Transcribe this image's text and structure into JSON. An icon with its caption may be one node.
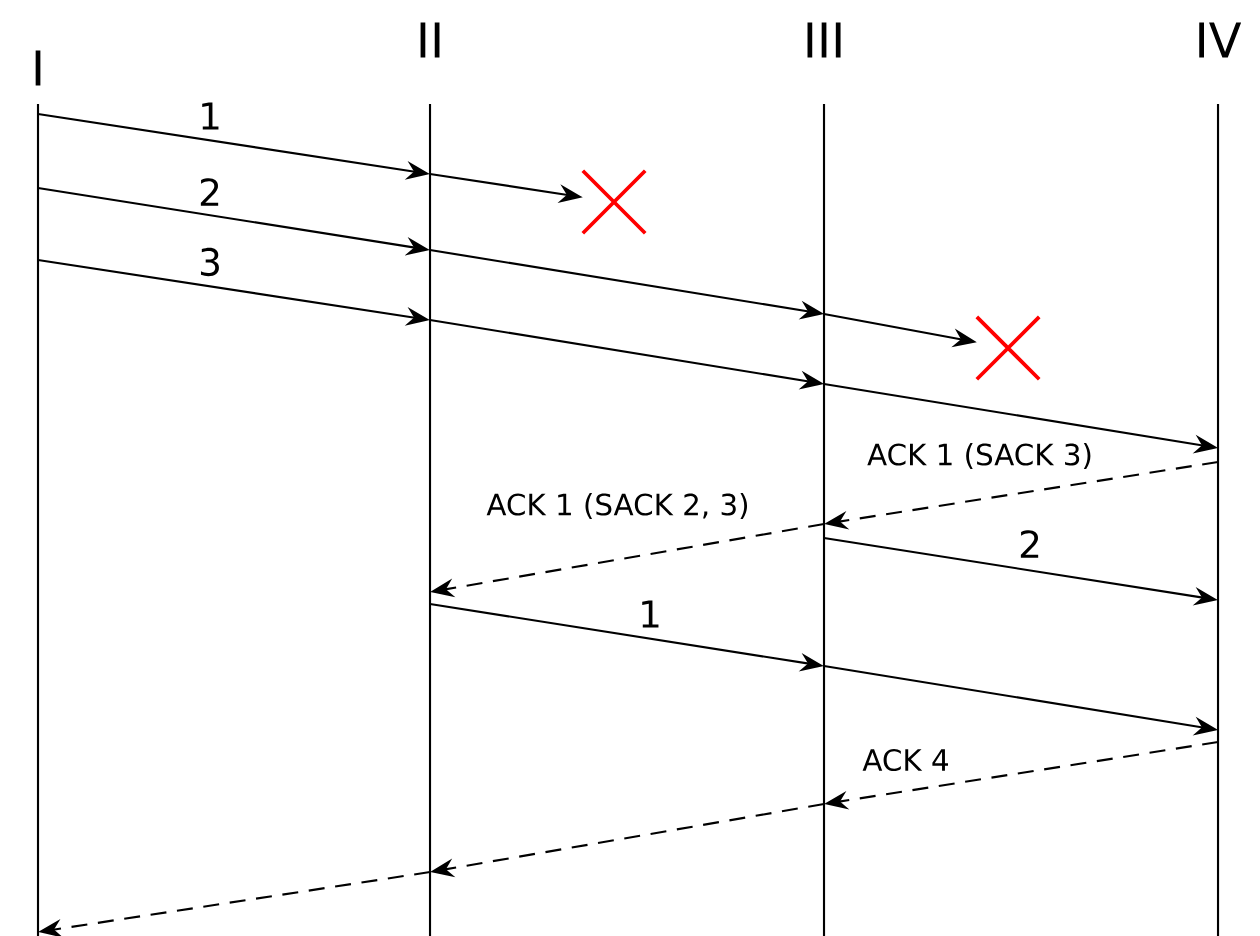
{
  "diagram": {
    "nodes": [
      {
        "text": [
          "I"
        ]
      },
      {
        "text": [
          "II"
        ]
      },
      {
        "text": [
          "III"
        ]
      },
      {
        "text": [
          "IV"
        ]
      },
      {
        "text": [],
        "shape": "cross"
      },
      {
        "text": [],
        "shape": "cross"
      }
    ],
    "edges": [
      {
        "from": 0,
        "to": 1,
        "arrow": "to",
        "label": "1"
      },
      {
        "from": 1,
        "to": 4,
        "arrow": "to"
      },
      {
        "from": 0,
        "to": 1,
        "arrow": "to",
        "label": "2"
      },
      {
        "from": 1,
        "to": 2,
        "arrow": "to"
      },
      {
        "from": 2,
        "to": 5,
        "arrow": "to"
      },
      {
        "from": 0,
        "to": 1,
        "arrow": "to",
        "label": "3"
      },
      {
        "from": 1,
        "to": 2,
        "arrow": "to"
      },
      {
        "from": 2,
        "to": 3,
        "arrow": "to"
      },
      {
        "from": 3,
        "to": 2,
        "arrow": "to",
        "style": "dashed",
        "label": "ACK 1 (SACK 3)"
      },
      {
        "from": 2,
        "to": 1,
        "arrow": "to",
        "style": "dashed",
        "label": "ACK 1 (SACK 2, 3)"
      },
      {
        "from": 2,
        "to": 3,
        "arrow": "to",
        "label": "2"
      },
      {
        "from": 1,
        "to": 2,
        "arrow": "to",
        "label": "1"
      },
      {
        "from": 2,
        "to": 3,
        "arrow": "to"
      },
      {
        "from": 3,
        "to": 2,
        "arrow": "to",
        "style": "dashed",
        "label": "ACK 4"
      },
      {
        "from": 2,
        "to": 1,
        "arrow": "to",
        "style": "dashed"
      },
      {
        "from": 1,
        "to": 0,
        "arrow": "to",
        "style": "dashed"
      }
    ]
  }
}
